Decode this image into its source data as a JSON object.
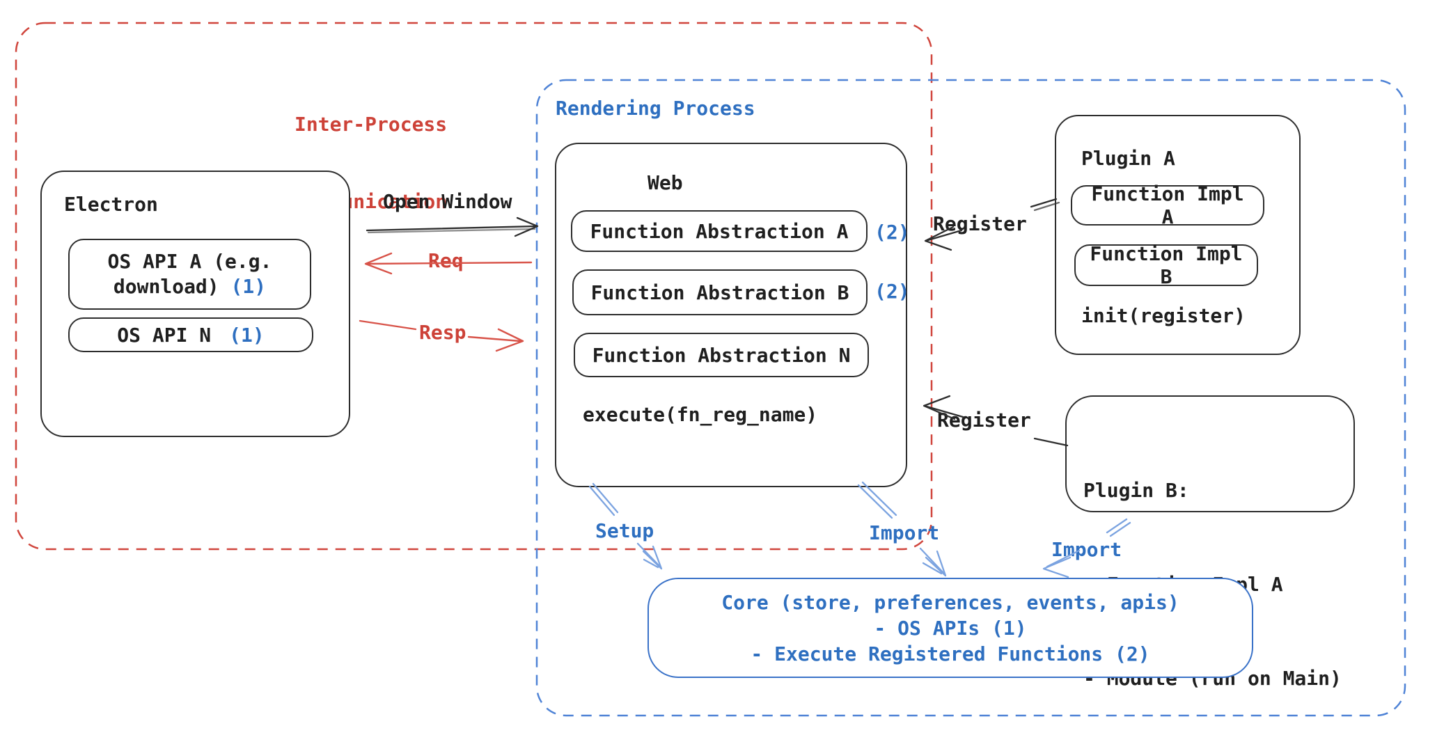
{
  "palette": {
    "ink": "#1f1f1f",
    "box_stroke": "#2d2d2d",
    "red": "#cd4238",
    "blue": "#2e6fc0",
    "blue_dash_border": "#4f83d6",
    "blue_arrow": "#7ba3e0",
    "core_border": "#3a72c8"
  },
  "regions": {
    "ipc": {
      "title_line1": "Inter-Process",
      "title_line2": "Communication"
    },
    "rendering": {
      "title": "Rendering Process"
    }
  },
  "electron": {
    "title": "Electron",
    "apis": [
      {
        "label": "OS API A (e.g. download)",
        "badge": "(1)"
      },
      {
        "label": "OS API N",
        "badge": "(1)"
      }
    ]
  },
  "web": {
    "title": "Web",
    "abstractions": [
      {
        "label": "Function Abstraction A",
        "badge": "(2)"
      },
      {
        "label": "Function Abstraction B",
        "badge": "(2)"
      },
      {
        "label": "Function Abstraction N",
        "badge": ""
      }
    ],
    "execute_label": "execute(fn_reg_name)"
  },
  "plugin_a": {
    "title": "Plugin A",
    "impls": [
      "Function Impl A",
      "Function Impl B"
    ],
    "init_label": "init(register)"
  },
  "plugin_b": {
    "title": "Plugin B:",
    "items": [
      "- Function Impl A",
      "- Module (run on Main)"
    ]
  },
  "core": {
    "lines": [
      "Core (store, preferences, events, apis)",
      "- OS APIs (1)",
      "- Execute Registered Functions (2)"
    ]
  },
  "arrows": {
    "open_window": "Open Window",
    "req": "Req",
    "resp": "Resp",
    "register_top": "Register",
    "register_bottom": "Register",
    "setup": "Setup",
    "import_web": "Import",
    "import_plugin": "Import"
  }
}
